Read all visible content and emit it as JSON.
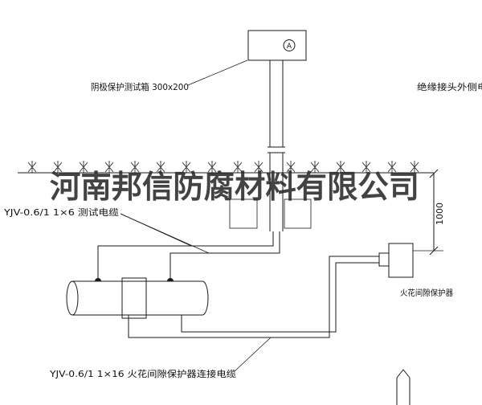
{
  "drawing": {
    "watermark": "河南邦信防腐材料有限公司",
    "meter_symbol": "A",
    "dimension_mm": "1000",
    "labels": {
      "test_box": "阴极保护测试箱 300x200",
      "insulated_joint_outer_cable": "绝缘接头外侧电缆",
      "test_cable": "YJV-0.6/1 1×6  测试电缆",
      "spark_gap_protector": "火花间隙保护器",
      "protector_connection_cable": "YJV-0.6/1 1×16  火花间隙保护器连接电缆"
    },
    "colors": {
      "line": "#1a1a1a",
      "background": "#ffffff",
      "watermark": "#2a2a2a"
    }
  }
}
